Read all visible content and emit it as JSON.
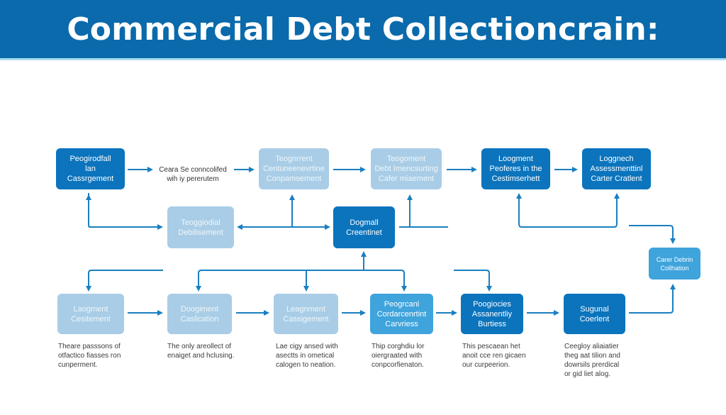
{
  "title": "Commercial Debt Collectioncrain:",
  "colors": {
    "header_bg": "#0a6aab",
    "header_border": "#a9dcf2",
    "box_dark": "#0b74bd",
    "box_light": "#a9cde6",
    "box_mid": "#3fa3dc",
    "arrow": "#1a7fc0"
  },
  "row1": {
    "box1": {
      "lines": [
        "Peogirodfall",
        "lan",
        "Cassrgement"
      ]
    },
    "floating_text": {
      "lines": [
        "Ceara Se conncolifed",
        "wih iy pererutem"
      ]
    },
    "box2": {
      "lines": [
        "Teognrrent",
        "Centuneenevrtine",
        "Conpamsement"
      ]
    },
    "box3": {
      "lines": [
        "Teogoment",
        "Debt Imencsurting",
        "Cafer miaement"
      ]
    },
    "box4": {
      "lines": [
        "Loogment",
        "Peoferes in the",
        "Cestimserhett"
      ]
    },
    "box5": {
      "lines": [
        "Loggnech",
        "Assessmenttinl",
        "Carter Cratlent"
      ]
    }
  },
  "row2": {
    "box1": {
      "lines": [
        "Teoggiodial",
        "Debilisement"
      ]
    },
    "box2": {
      "lines": [
        "Dogmall",
        "Creentinet"
      ]
    }
  },
  "side": {
    "box": {
      "lines": [
        "Carer Debrin",
        "Collhation"
      ]
    }
  },
  "row3": {
    "box1": {
      "lines": [
        "Laogment",
        "Cesitement"
      ]
    },
    "box2": {
      "lines": [
        "Doogiment",
        "Caslication"
      ]
    },
    "box3": {
      "lines": [
        "Leagnment",
        "Cassigement"
      ]
    },
    "box4": {
      "lines": [
        "Peogrcanl",
        "Cordarcenrtint",
        "Carvriess"
      ]
    },
    "box5": {
      "lines": [
        "Poogiocies",
        "Assanentliy",
        "Burtiess"
      ]
    },
    "box6": {
      "lines": [
        "Sugunal",
        "Coerlent"
      ]
    }
  },
  "notes": {
    "note1": {
      "lines": [
        "Theare passsons of",
        "otfactico fiasses ron",
        "cunperment."
      ]
    },
    "note2": {
      "lines": [
        "The only areollect of",
        "enaiget and hclusing."
      ]
    },
    "note3": {
      "lines": [
        "Lae cigy ansed with",
        "asectts in ometical",
        "calogen to neation."
      ]
    },
    "note4": {
      "lines": [
        "Thip corghdiu lor",
        "oiergraated with",
        "conpcorfienaton."
      ]
    },
    "note5": {
      "lines": [
        "This pescaean het",
        "anoit cce ren gicaen",
        "our curpeerion."
      ]
    },
    "note6": {
      "lines": [
        "Ceegloy aliaiatier",
        "theg aat tilion and",
        "dowrsils prerdical",
        "or gid liet alog."
      ]
    }
  }
}
